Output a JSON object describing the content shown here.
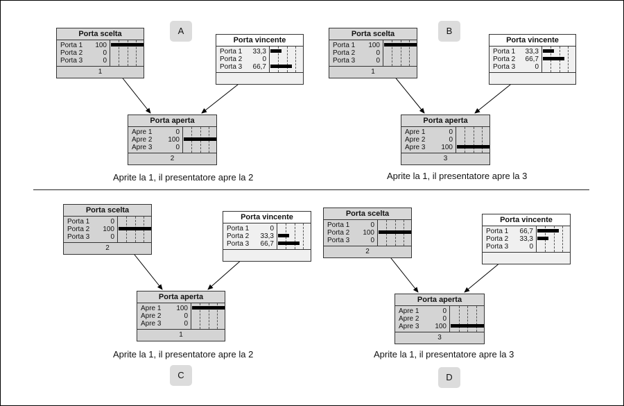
{
  "panels": [
    {
      "id": "A",
      "badge": "A",
      "caption": "Aprite la 1, il presentatore apre la 2",
      "scelta": {
        "title": "Porta scelta",
        "rows": [
          {
            "label": "Porta 1",
            "value": "100",
            "pct": 100
          },
          {
            "label": "Porta 2",
            "value": "0",
            "pct": 0
          },
          {
            "label": "Porta 3",
            "value": "0",
            "pct": 0
          }
        ],
        "foot": "1"
      },
      "vincente": {
        "title": "Porta vincente",
        "rows": [
          {
            "label": "Porta 1",
            "value": "33,3",
            "pct": 33.3
          },
          {
            "label": "Porta 2",
            "value": "0",
            "pct": 0
          },
          {
            "label": "Porta 3",
            "value": "66,7",
            "pct": 66.7
          }
        ],
        "foot": ""
      },
      "aperta": {
        "title": "Porta aperta",
        "rows": [
          {
            "label": "Apre 1",
            "value": "0",
            "pct": 0
          },
          {
            "label": "Apre 2",
            "value": "100",
            "pct": 100
          },
          {
            "label": "Apre 3",
            "value": "0",
            "pct": 0
          }
        ],
        "foot": "2"
      }
    },
    {
      "id": "B",
      "badge": "B",
      "caption": "Aprite la 1, il presentatore apre la 3",
      "scelta": {
        "title": "Porta scelta",
        "rows": [
          {
            "label": "Porta 1",
            "value": "100",
            "pct": 100
          },
          {
            "label": "Porta 2",
            "value": "0",
            "pct": 0
          },
          {
            "label": "Porta 3",
            "value": "0",
            "pct": 0
          }
        ],
        "foot": "1"
      },
      "vincente": {
        "title": "Porta vincente",
        "rows": [
          {
            "label": "Porta 1",
            "value": "33,3",
            "pct": 33.3
          },
          {
            "label": "Porta 2",
            "value": "66,7",
            "pct": 66.7
          },
          {
            "label": "Porta 3",
            "value": "0",
            "pct": 0
          }
        ],
        "foot": ""
      },
      "aperta": {
        "title": "Porta aperta",
        "rows": [
          {
            "label": "Apre 1",
            "value": "0",
            "pct": 0
          },
          {
            "label": "Apre 2",
            "value": "0",
            "pct": 0
          },
          {
            "label": "Apre 3",
            "value": "100",
            "pct": 100
          }
        ],
        "foot": "3"
      }
    },
    {
      "id": "C",
      "badge": "C",
      "caption": "Aprite la 1, il presentatore apre la 2",
      "scelta": {
        "title": "Porta scelta",
        "rows": [
          {
            "label": "Porta 1",
            "value": "0",
            "pct": 0
          },
          {
            "label": "Porta 2",
            "value": "100",
            "pct": 100
          },
          {
            "label": "Porta 3",
            "value": "0",
            "pct": 0
          }
        ],
        "foot": "2"
      },
      "vincente": {
        "title": "Porta vincente",
        "rows": [
          {
            "label": "Porta 1",
            "value": "0",
            "pct": 0
          },
          {
            "label": "Porta 2",
            "value": "33,3",
            "pct": 33.3
          },
          {
            "label": "Porta 3",
            "value": "66,7",
            "pct": 66.7
          }
        ],
        "foot": ""
      },
      "aperta": {
        "title": "Porta aperta",
        "rows": [
          {
            "label": "Apre 1",
            "value": "100",
            "pct": 100
          },
          {
            "label": "Apre 2",
            "value": "0",
            "pct": 0
          },
          {
            "label": "Apre 3",
            "value": "0",
            "pct": 0
          }
        ],
        "foot": "1"
      }
    },
    {
      "id": "D",
      "badge": "D",
      "caption": "Aprite la 1, il presentatore apre la 3",
      "scelta": {
        "title": "Porta scelta",
        "rows": [
          {
            "label": "Porta 1",
            "value": "0",
            "pct": 0
          },
          {
            "label": "Porta 2",
            "value": "100",
            "pct": 100
          },
          {
            "label": "Porta 3",
            "value": "0",
            "pct": 0
          }
        ],
        "foot": "2"
      },
      "vincente": {
        "title": "Porta vincente",
        "rows": [
          {
            "label": "Porta 1",
            "value": "66,7",
            "pct": 66.7
          },
          {
            "label": "Porta 2",
            "value": "33,3",
            "pct": 33.3
          },
          {
            "label": "Porta 3",
            "value": "0",
            "pct": 0
          }
        ],
        "foot": ""
      },
      "aperta": {
        "title": "Porta aperta",
        "rows": [
          {
            "label": "Apre 1",
            "value": "0",
            "pct": 0
          },
          {
            "label": "Apre 2",
            "value": "0",
            "pct": 0
          },
          {
            "label": "Apre 3",
            "value": "100",
            "pct": 100
          }
        ],
        "foot": "3"
      }
    }
  ]
}
